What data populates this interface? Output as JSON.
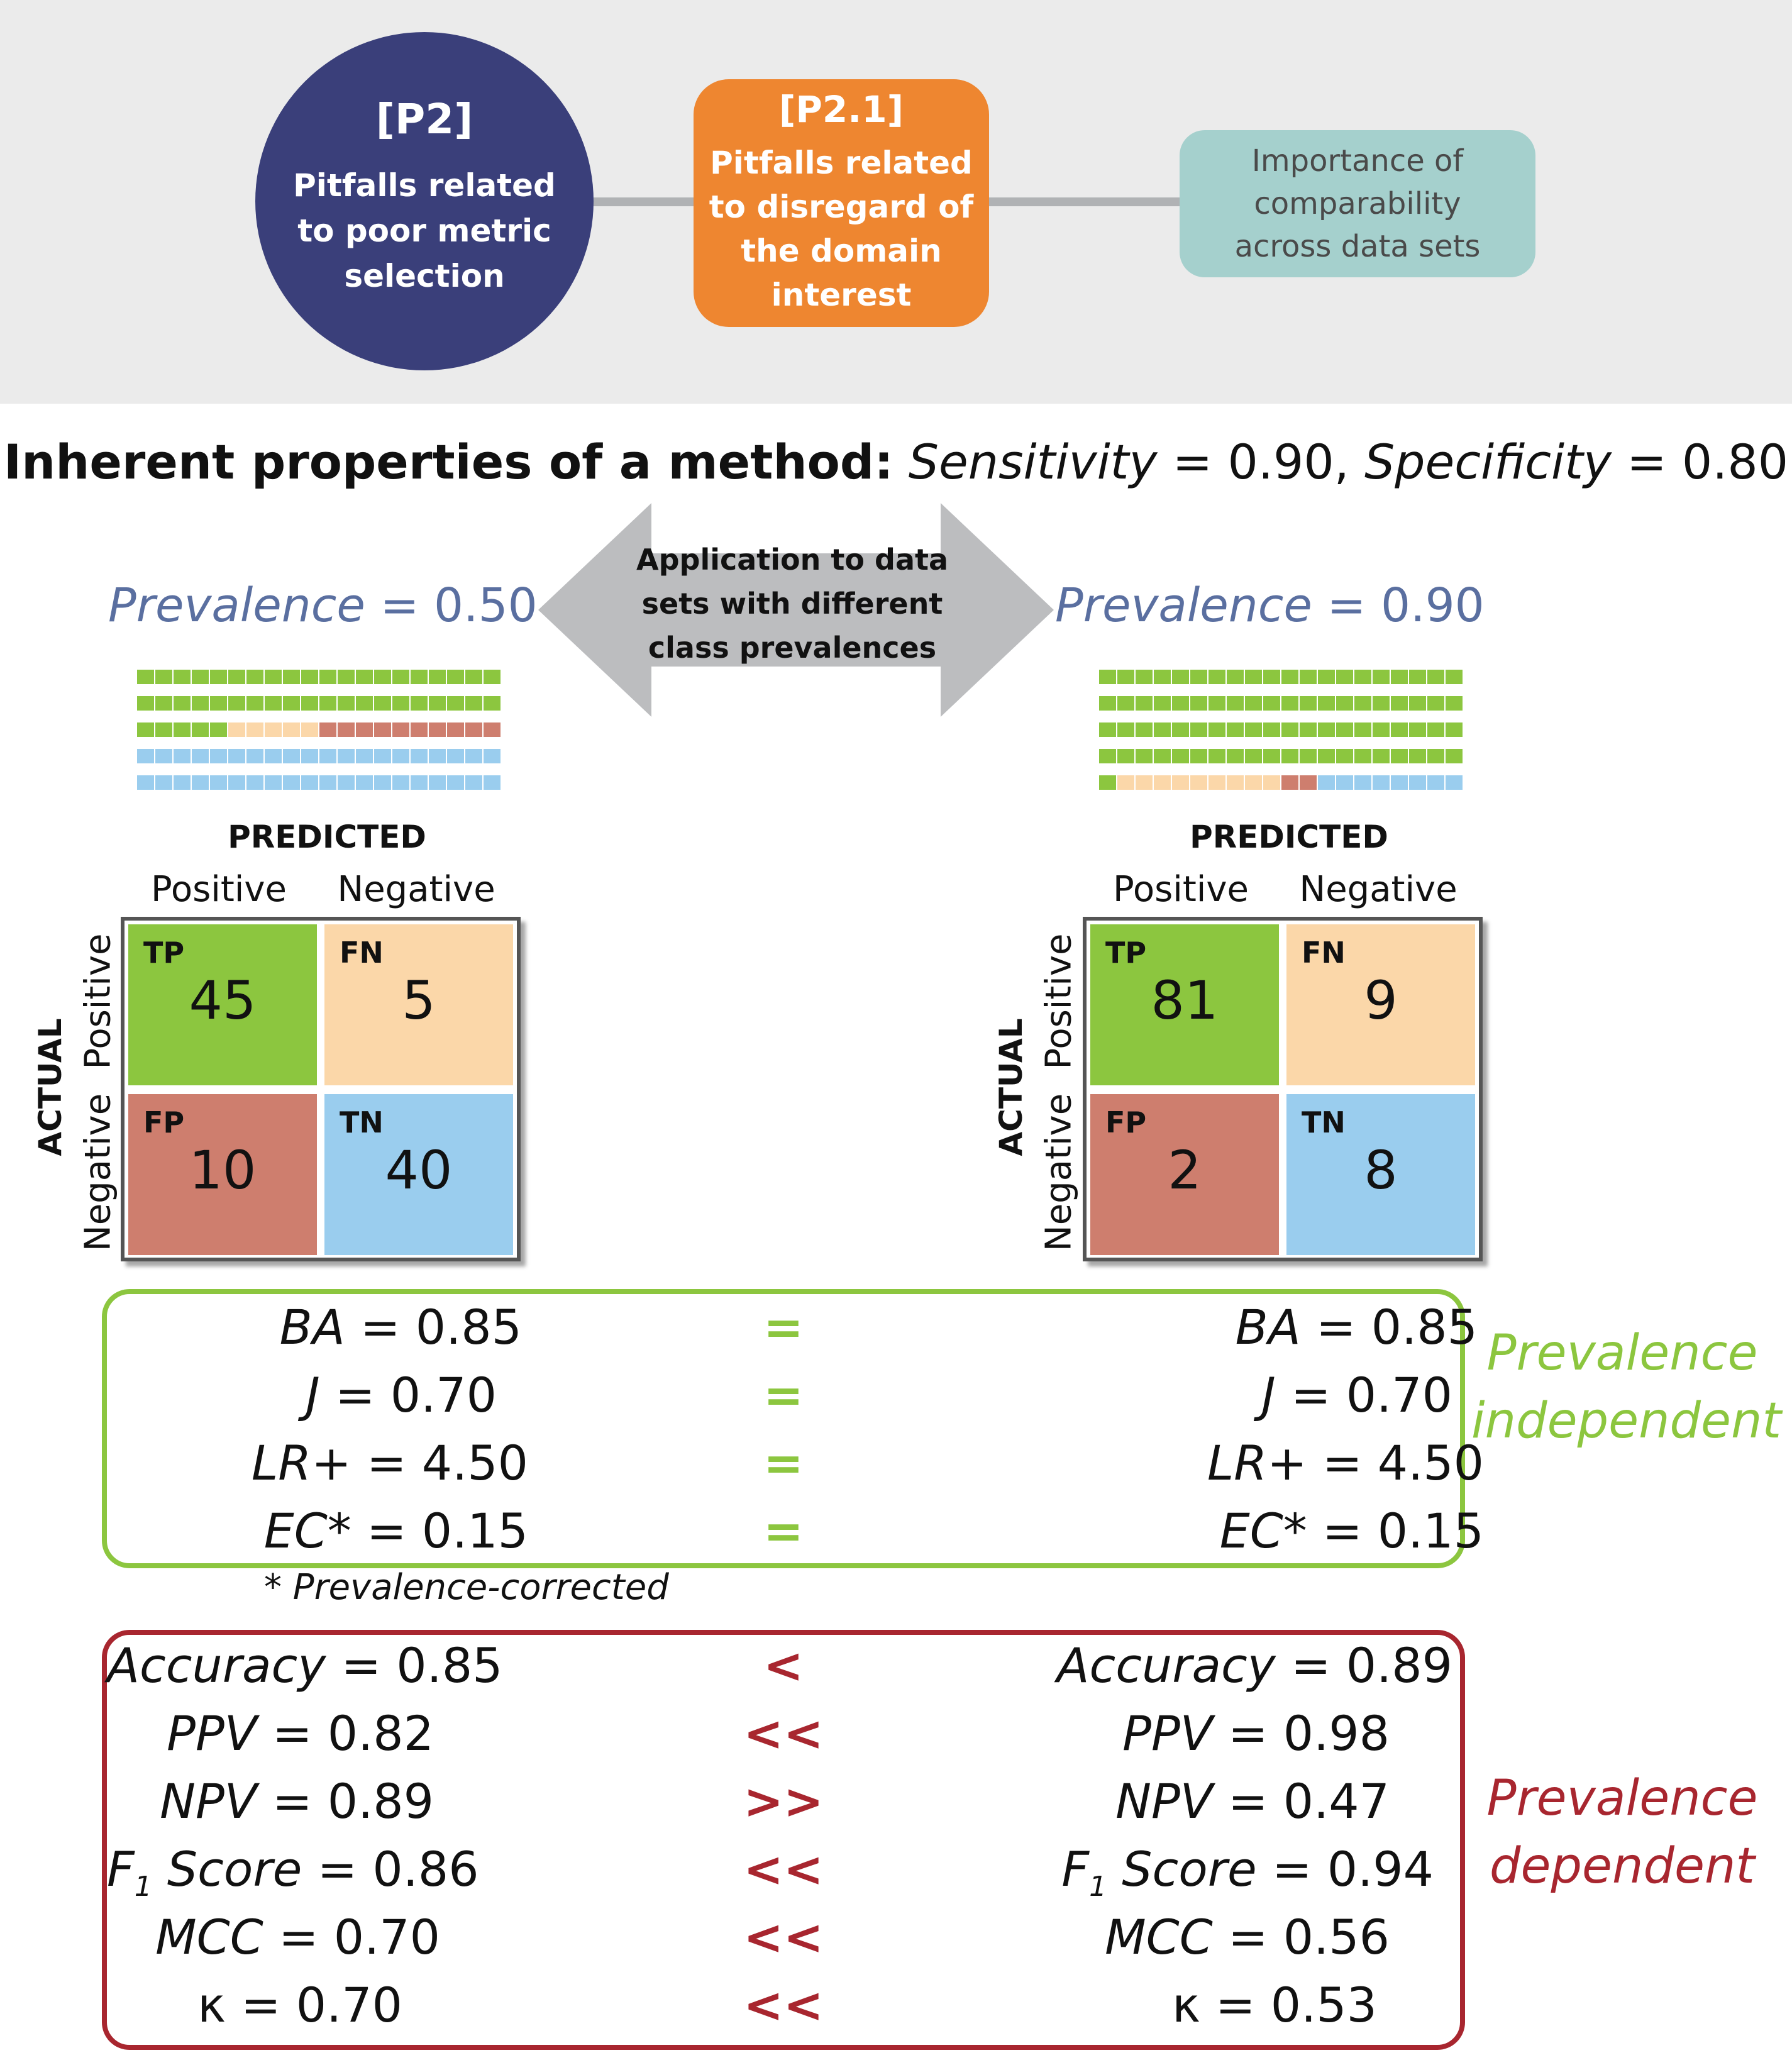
{
  "header": {
    "p2": {
      "tag": "[P2]",
      "text": "Pitfalls related to poor metric selection",
      "color": "#3a3f7a"
    },
    "p21": {
      "tag": "[P2.1]",
      "text": "Pitfalls related to disregard of the domain interest",
      "color": "#ee8630"
    },
    "importance": {
      "text": "Importance of comparability across data sets",
      "color": "#a5d0cd"
    }
  },
  "title": {
    "bold": "Inherent properties of a method:",
    "sens_name": "Sensitivity",
    "sens_value": " = 0.90, ",
    "spec_name": "Specificity",
    "spec_value": " = 0.80"
  },
  "arrow_text": "Application to data sets with different class prevalences",
  "colors": {
    "tp": "#8cc63f",
    "fn": "#fbd7a9",
    "fp": "#ce7e6e",
    "tn": "#9acdee",
    "independent": "#8cc63f",
    "dependent": "#a8262f"
  },
  "left": {
    "prevalence_name": "Prevalence",
    "prevalence_value": " = 0.50",
    "predicted_label": "PREDICTED",
    "positive_label": "Positive",
    "negative_label": "Negative",
    "actual_label": "ACTUAL",
    "cells": {
      "tp": {
        "label": "TP",
        "value": "45"
      },
      "fn": {
        "label": "FN",
        "value": "5"
      },
      "fp": {
        "label": "FP",
        "value": "10"
      },
      "tn": {
        "label": "TN",
        "value": "40"
      }
    }
  },
  "right": {
    "prevalence_name": "Prevalence",
    "prevalence_value": " = 0.90",
    "predicted_label": "PREDICTED",
    "positive_label": "Positive",
    "negative_label": "Negative",
    "actual_label": "ACTUAL",
    "cells": {
      "tp": {
        "label": "TP",
        "value": "81"
      },
      "fn": {
        "label": "FN",
        "value": "9"
      },
      "fp": {
        "label": "FP",
        "value": "2"
      },
      "tn": {
        "label": "TN",
        "value": "8"
      }
    }
  },
  "independent": {
    "label_line1": "Prevalence",
    "label_line2": "independent",
    "rows": [
      {
        "name": "BA",
        "left": " = 0.85",
        "cmp": "=",
        "right": " = 0.85"
      },
      {
        "name": "J",
        "left": " = 0.70",
        "cmp": "=",
        "right": " = 0.70"
      },
      {
        "name": "LR+",
        "left": " = 4.50",
        "cmp": "=",
        "right": " = 4.50"
      },
      {
        "name": "EC*",
        "left": " = 0.15",
        "cmp": "=",
        "right": " = 0.15"
      }
    ],
    "footnote": "*   Prevalence-corrected"
  },
  "dependent": {
    "label_line1": "Prevalence",
    "label_line2": "dependent",
    "rows": [
      {
        "name": "Accuracy",
        "left": " = 0.85",
        "cmp": "<",
        "right": " = 0.89"
      },
      {
        "name": "PPV",
        "left": " = 0.82",
        "cmp": "<<",
        "right": " = 0.98"
      },
      {
        "name": "NPV",
        "left": " = 0.89",
        "cmp": ">>",
        "right": " = 0.47"
      },
      {
        "name": "F",
        "sub": "1",
        "name2": " Score",
        "left": " = 0.86",
        "cmp": "<<",
        "right": " = 0.94"
      },
      {
        "name": "MCC",
        "left": " = 0.70",
        "cmp": "<<",
        "right": " = 0.56"
      },
      {
        "name": "κ",
        "left": " = 0.70",
        "cmp": "<<",
        "right": " = 0.53"
      }
    ]
  }
}
